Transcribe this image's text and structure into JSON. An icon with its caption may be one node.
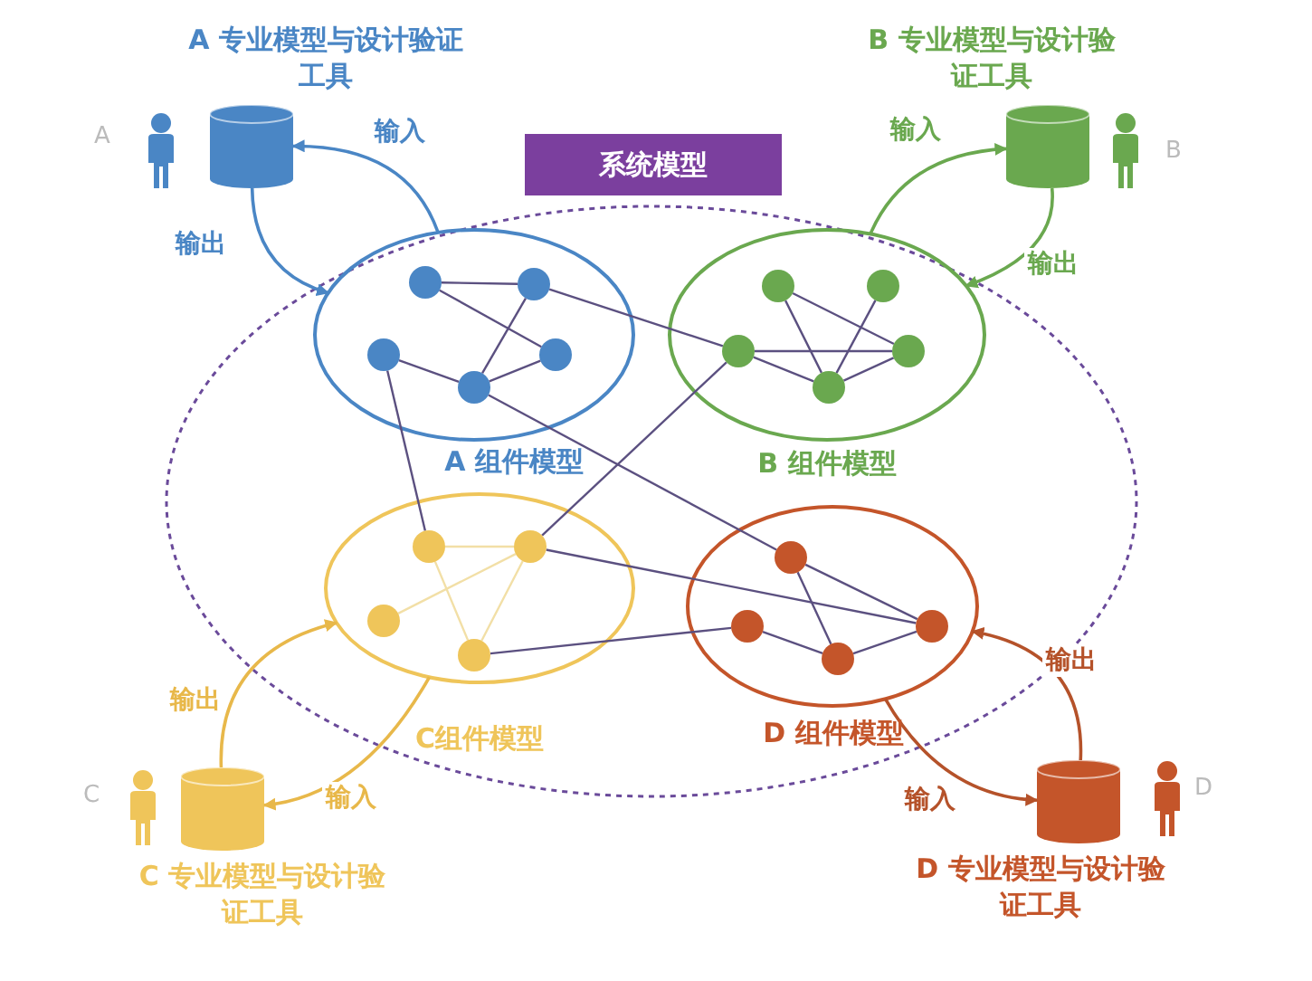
{
  "diagram": {
    "nodes": [
      {
        "text": [
          "系统模型"
        ]
      },
      {
        "text": [
          "A 专业模型与设计验证工具"
        ]
      },
      {
        "text": [
          "B 专业模型与设计验证工具"
        ]
      },
      {
        "text": [
          "A 组件模型"
        ],
        "in": 0
      },
      {
        "text": [],
        "shape": "circle",
        "in": 3
      },
      {
        "text": [],
        "shape": "circle",
        "in": 3
      },
      {
        "text": [],
        "shape": "circle",
        "in": 3
      },
      {
        "text": [],
        "shape": "circle",
        "in": 3
      },
      {
        "text": [],
        "shape": "circle",
        "in": 3
      },
      {
        "text": [
          "B 组件模型"
        ],
        "in": 0
      },
      {
        "text": [],
        "shape": "circle",
        "in": 9
      },
      {
        "text": [],
        "shape": "circle",
        "in": 9
      },
      {
        "text": [],
        "shape": "circle",
        "in": 9
      },
      {
        "text": [],
        "shape": "circle",
        "in": 9
      },
      {
        "text": [],
        "shape": "circle",
        "in": 9
      },
      {
        "text": [
          "C组件模型"
        ],
        "in": 0
      },
      {
        "text": [],
        "shape": "circle",
        "in": 15
      },
      {
        "text": [],
        "shape": "circle",
        "in": 15
      },
      {
        "text": [],
        "shape": "circle",
        "in": 15
      },
      {
        "text": [],
        "shape": "circle",
        "in": 15
      },
      {
        "text": [
          "D 组件模型"
        ],
        "in": 0
      },
      {
        "text": [],
        "shape": "circle",
        "in": 20
      },
      {
        "text": [],
        "shape": "circle",
        "in": 20
      },
      {
        "text": [],
        "shape": "circle",
        "in": 20
      },
      {
        "text": [],
        "shape": "circle",
        "in": 20
      },
      {
        "text": [
          "C 专业模型与设计验证工具"
        ]
      },
      {
        "text": [
          "D 专业模型与设计验证工具"
        ]
      }
    ],
    "edges": [
      {
        "from": 3,
        "to": 1,
        "arrow": "to",
        "label": "输入",
        "color": "#4a86c5"
      },
      {
        "from": 1,
        "to": 3,
        "arrow": "to",
        "label": "输出",
        "color": "#4a86c5"
      },
      {
        "from": 9,
        "to": 2,
        "arrow": "to",
        "label": "输入",
        "color": "#6aa84f"
      },
      {
        "from": 2,
        "to": 9,
        "arrow": "to",
        "label": "输出",
        "color": "#6aa84f"
      },
      {
        "from": 25,
        "to": 15,
        "arrow": "to",
        "label": "输出",
        "color": "#e8b84a"
      },
      {
        "from": 15,
        "to": 25,
        "arrow": "to",
        "label": "输入",
        "color": "#e8b84a"
      },
      {
        "from": 26,
        "to": 20,
        "arrow": "to",
        "label": "输出",
        "color": "#b5522a"
      },
      {
        "from": 20,
        "to": 26,
        "arrow": "to",
        "label": "输入",
        "color": "#b5522a"
      },
      {
        "from": 4,
        "to": 5,
        "arrow": "none"
      },
      {
        "from": 4,
        "to": 7,
        "arrow": "none"
      },
      {
        "from": 5,
        "to": 8,
        "arrow": "none"
      },
      {
        "from": 6,
        "to": 8,
        "arrow": "none"
      },
      {
        "from": 8,
        "to": 7,
        "arrow": "none"
      },
      {
        "from": 10,
        "to": 14,
        "arrow": "none"
      },
      {
        "from": 11,
        "to": 14,
        "arrow": "none"
      },
      {
        "from": 12,
        "to": 13,
        "arrow": "none"
      },
      {
        "from": 12,
        "to": 14,
        "arrow": "none"
      },
      {
        "from": 14,
        "to": 13,
        "arrow": "none"
      },
      {
        "from": 10,
        "to": 13,
        "arrow": "none"
      },
      {
        "from": 16,
        "to": 17,
        "arrow": "none",
        "color": "#f2dfa6"
      },
      {
        "from": 17,
        "to": 18,
        "arrow": "none",
        "color": "#f2dfa6"
      },
      {
        "from": 16,
        "to": 19,
        "arrow": "none",
        "color": "#f2dfa6"
      },
      {
        "from": 17,
        "to": 19,
        "arrow": "none",
        "color": "#f2dfa6"
      },
      {
        "from": 21,
        "to": 24,
        "arrow": "none"
      },
      {
        "from": 21,
        "to": 23,
        "arrow": "none"
      },
      {
        "from": 22,
        "to": 23,
        "arrow": "none"
      },
      {
        "from": 23,
        "to": 24,
        "arrow": "none"
      },
      {
        "from": 5,
        "to": 12,
        "arrow": "none"
      },
      {
        "from": 6,
        "to": 16,
        "arrow": "none"
      },
      {
        "from": 8,
        "to": 21,
        "arrow": "none"
      },
      {
        "from": 12,
        "to": 17,
        "arrow": "none"
      },
      {
        "from": 17,
        "to": 24,
        "arrow": "none"
      },
      {
        "from": 19,
        "to": 22,
        "arrow": "none"
      }
    ],
    "labels": [
      "A",
      "B",
      "C",
      "D"
    ]
  }
}
